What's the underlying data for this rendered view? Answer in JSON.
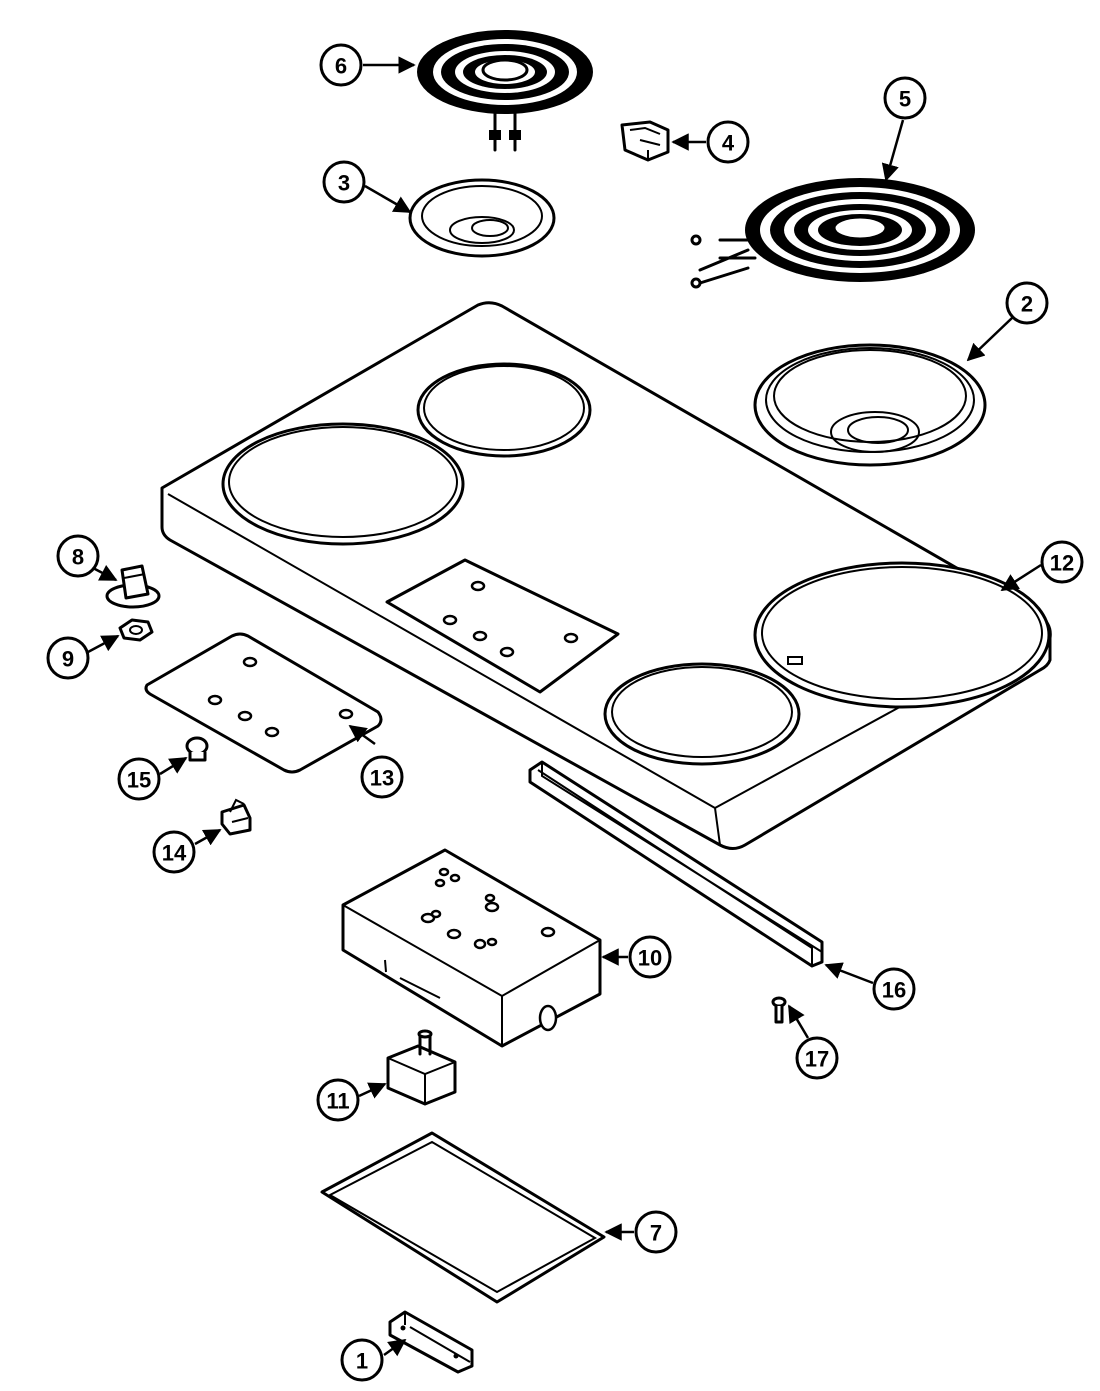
{
  "callouts": {
    "p1": "1",
    "p2": "2",
    "p3": "3",
    "p4": "4",
    "p5": "5",
    "p6": "6",
    "p7": "7",
    "p8": "8",
    "p9": "9",
    "p10": "10",
    "p11": "11",
    "p12": "12",
    "p13": "13",
    "p14": "14",
    "p15": "15",
    "p16": "16",
    "p17": "17"
  }
}
